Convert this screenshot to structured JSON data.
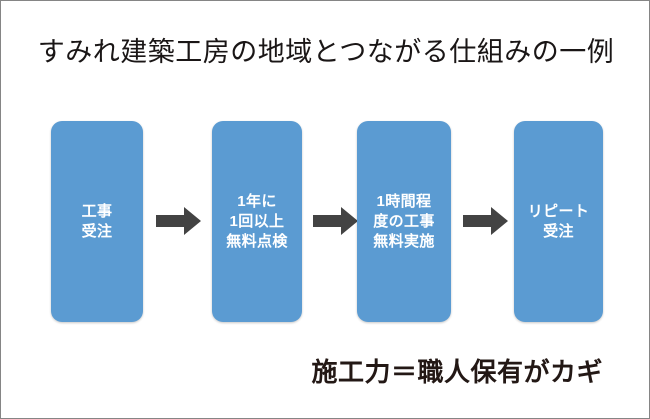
{
  "slide": {
    "title": "すみれ建築工房の地域とつながる仕組みの一例",
    "caption": "施工力＝職人保有がカギ",
    "background_color": "#ffffff",
    "border_color": "#858585",
    "title_color": "#1a1616",
    "caption_color": "#231815"
  },
  "flow": {
    "box_color": "#5b9bd2",
    "box_text_color": "#ffffff",
    "arrow_color": "#434343",
    "arrow_icon_name": "right-arrow-icon",
    "steps": [
      {
        "label": "工事\n受注"
      },
      {
        "label": "1年に\n1回以上\n無料点検"
      },
      {
        "label": "1時間程\n度の工事\n無料実施"
      },
      {
        "label": "リピート\n受注"
      }
    ],
    "arrows": [
      {
        "name": "flow-arrow-1"
      },
      {
        "name": "flow-arrow-2"
      },
      {
        "name": "flow-arrow-3"
      }
    ]
  }
}
